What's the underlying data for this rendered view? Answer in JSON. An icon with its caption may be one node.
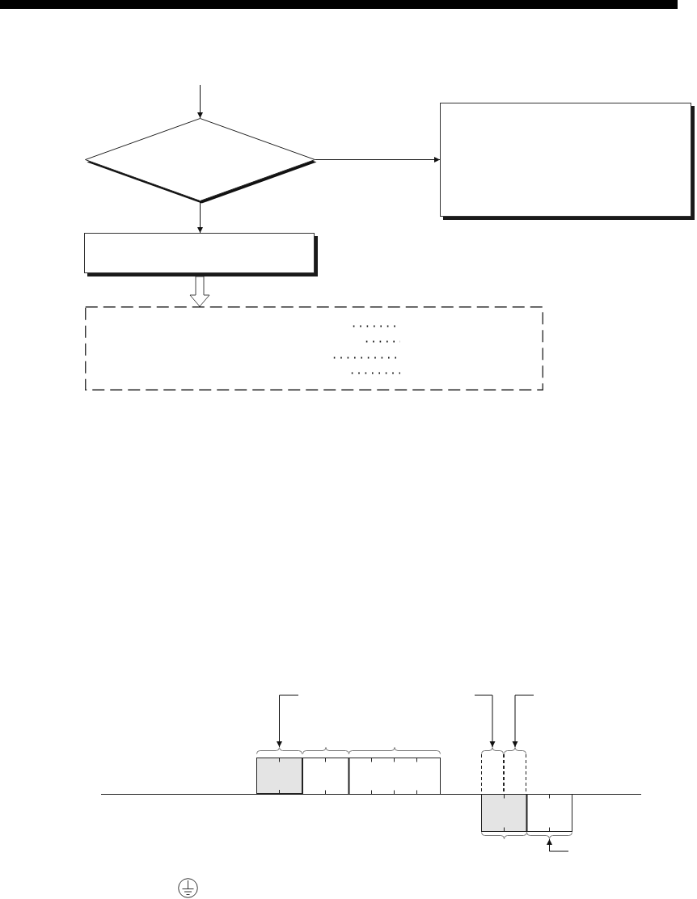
{
  "diagram": {
    "nodes": [
      {
        "text": [],
        "shape": "diamond"
      },
      {
        "text": [],
        "shape": "box"
      },
      {
        "text": [],
        "shape": "box"
      },
      {
        "text": [],
        "shape": "box"
      },
      {
        "text": [],
        "shape": "box"
      },
      {
        "text": [],
        "shape": "box"
      },
      {
        "text": [],
        "shape": "box"
      },
      {
        "text": [],
        "shape": "box"
      }
    ],
    "edges": [
      {
        "from": null,
        "to": 0,
        "arrow": "to"
      },
      {
        "from": 0,
        "to": 1,
        "arrow": "to"
      },
      {
        "from": 0,
        "to": 2,
        "arrow": "to"
      },
      {
        "from": 2,
        "to": 3,
        "arrow": "to"
      },
      {
        "from": null,
        "to": 4,
        "arrow": "to"
      },
      {
        "from": null,
        "to": 5,
        "arrow": "to"
      },
      {
        "from": null,
        "to": 6,
        "arrow": "to"
      },
      {
        "from": null,
        "to": 7,
        "arrow": "to"
      }
    ]
  }
}
